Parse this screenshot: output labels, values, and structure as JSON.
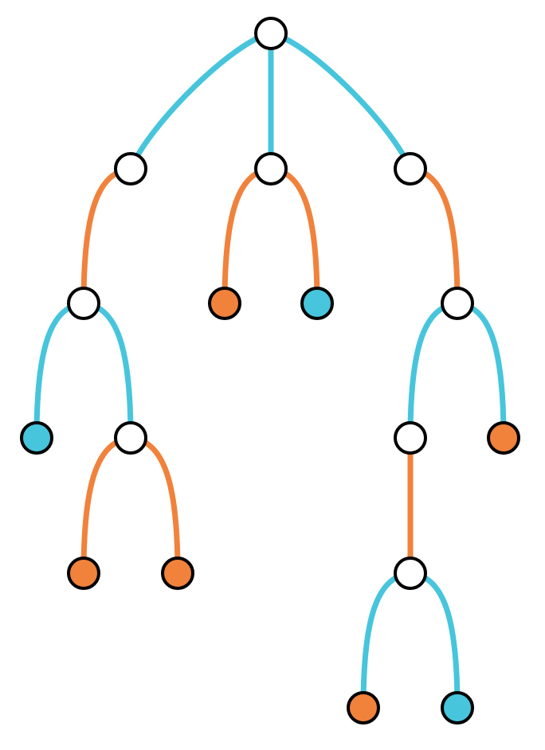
{
  "colors": {
    "background": "#ffffff",
    "outline": "#000000",
    "cyan": "#47c5dc",
    "orange": "#f0823c",
    "internal_fill": "#ffffff"
  },
  "tree": {
    "nodes": [
      {
        "id": "root",
        "kind": "internal"
      },
      {
        "id": "a",
        "kind": "internal"
      },
      {
        "id": "b",
        "kind": "internal"
      },
      {
        "id": "c",
        "kind": "internal"
      },
      {
        "id": "a1",
        "kind": "internal"
      },
      {
        "id": "b1",
        "kind": "leaf",
        "color": "orange"
      },
      {
        "id": "b2",
        "kind": "leaf",
        "color": "cyan"
      },
      {
        "id": "c1",
        "kind": "internal"
      },
      {
        "id": "a1l",
        "kind": "leaf",
        "color": "cyan"
      },
      {
        "id": "a1r",
        "kind": "internal"
      },
      {
        "id": "c1l",
        "kind": "internal"
      },
      {
        "id": "c1r",
        "kind": "leaf",
        "color": "orange"
      },
      {
        "id": "a1rl",
        "kind": "leaf",
        "color": "orange"
      },
      {
        "id": "a1rr",
        "kind": "leaf",
        "color": "orange"
      },
      {
        "id": "c1l1",
        "kind": "internal"
      },
      {
        "id": "c1l1l",
        "kind": "leaf",
        "color": "orange"
      },
      {
        "id": "c1l1r",
        "kind": "leaf",
        "color": "cyan"
      }
    ],
    "edges": [
      {
        "from": "root",
        "to": "a",
        "color": "cyan"
      },
      {
        "from": "root",
        "to": "b",
        "color": "cyan"
      },
      {
        "from": "root",
        "to": "c",
        "color": "cyan"
      },
      {
        "from": "a",
        "to": "a1",
        "color": "orange"
      },
      {
        "from": "b",
        "to": "b1",
        "color": "orange"
      },
      {
        "from": "b",
        "to": "b2",
        "color": "orange"
      },
      {
        "from": "c",
        "to": "c1",
        "color": "orange"
      },
      {
        "from": "a1",
        "to": "a1l",
        "color": "cyan"
      },
      {
        "from": "a1",
        "to": "a1r",
        "color": "cyan"
      },
      {
        "from": "c1",
        "to": "c1l",
        "color": "cyan"
      },
      {
        "from": "c1",
        "to": "c1r",
        "color": "cyan"
      },
      {
        "from": "a1r",
        "to": "a1rl",
        "color": "orange"
      },
      {
        "from": "a1r",
        "to": "a1rr",
        "color": "orange"
      },
      {
        "from": "c1l",
        "to": "c1l1",
        "color": "orange"
      },
      {
        "from": "c1l1",
        "to": "c1l1l",
        "color": "cyan"
      },
      {
        "from": "c1l1",
        "to": "c1l1r",
        "color": "cyan"
      }
    ]
  }
}
